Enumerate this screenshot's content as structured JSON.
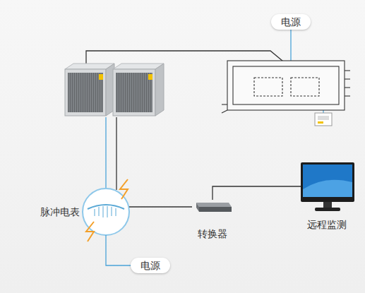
{
  "diagram": {
    "nodes": [
      {
        "text": [
          "电源"
        ]
      },
      {
        "text": [
          "脉冲电表"
        ]
      },
      {
        "text": [
          "转换器"
        ]
      },
      {
        "text": [
          "远程监测"
        ]
      },
      {
        "text": [
          "电源"
        ]
      }
    ],
    "edges": [
      {
        "from": 1,
        "to": 2,
        "arrow": "none"
      },
      {
        "from": 2,
        "to": 3,
        "arrow": "none"
      },
      {
        "from": 1,
        "to": 4,
        "arrow": "none"
      }
    ]
  }
}
